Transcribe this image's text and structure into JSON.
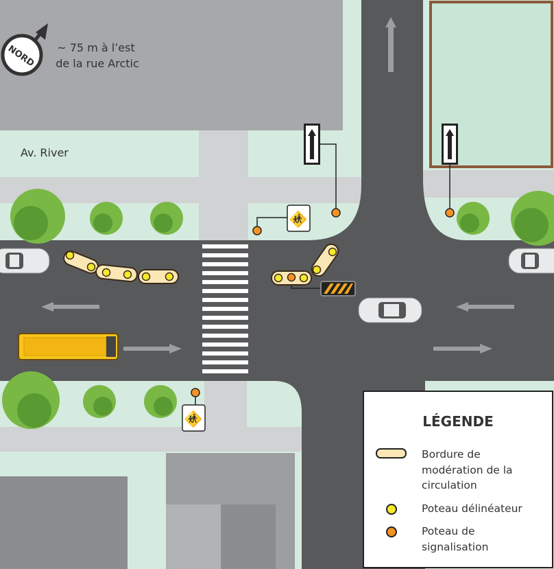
{
  "compass": {
    "label": "NORD",
    "icon": "north-arrow-icon"
  },
  "location_note": {
    "line1": "~ 75 m à l’est",
    "line2": "de la rue Arctic"
  },
  "street_name": "Av. River",
  "legend": {
    "title": "LÉGENDE",
    "items": [
      {
        "label_lines": [
          "Bordure de",
          "modération de la",
          "circulation"
        ],
        "icon": "traffic-calming-curb-icon",
        "color": "#fbe7b5"
      },
      {
        "label_lines": [
          "Poteau délinéateur"
        ],
        "icon": "delineator-post-icon",
        "color": "#f5e92a"
      },
      {
        "label_lines": [
          "Poteau de",
          "signalisation"
        ],
        "icon": "sign-post-icon",
        "color": "#f39325"
      }
    ]
  },
  "colors": {
    "road": "#58595b",
    "sidewalk": "#d1d2d4",
    "green": "#d5ebdf",
    "building": "#a7a8ab",
    "tree": "#79b845",
    "bus": "#f7c51b"
  }
}
